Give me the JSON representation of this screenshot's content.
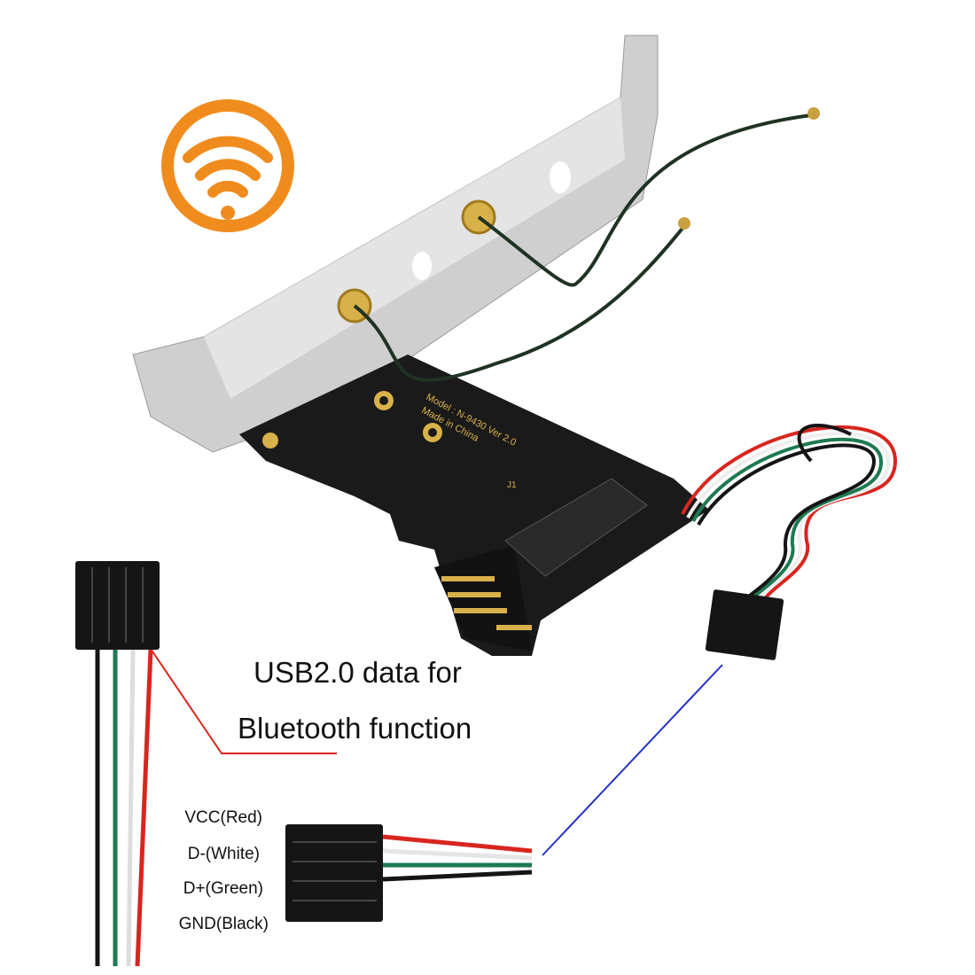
{
  "callout": {
    "line1": "USB2.0 data for",
    "line2": "Bluetooth function"
  },
  "pinout": [
    {
      "label": "VCC(Red)",
      "color": "#d8261f"
    },
    {
      "label": "D-(White)",
      "color": "#f2f2f2"
    },
    {
      "label": "D+(Green)",
      "color": "#1e7a50"
    },
    {
      "label": "GND(Black)",
      "color": "#151515"
    }
  ],
  "board_print": {
    "model": "Model : N-9430 Ver 2.0",
    "origin": "Made in China",
    "ref": "J1"
  },
  "icons": {
    "badge": "wifi-icon"
  },
  "colors": {
    "wifi_badge": "#f08c1e",
    "board": "#1a1a1a",
    "bracket": "#c9c9c9",
    "gold": "#d9b14a",
    "leader_red": "#d8261f",
    "leader_blue": "#2633c8"
  }
}
